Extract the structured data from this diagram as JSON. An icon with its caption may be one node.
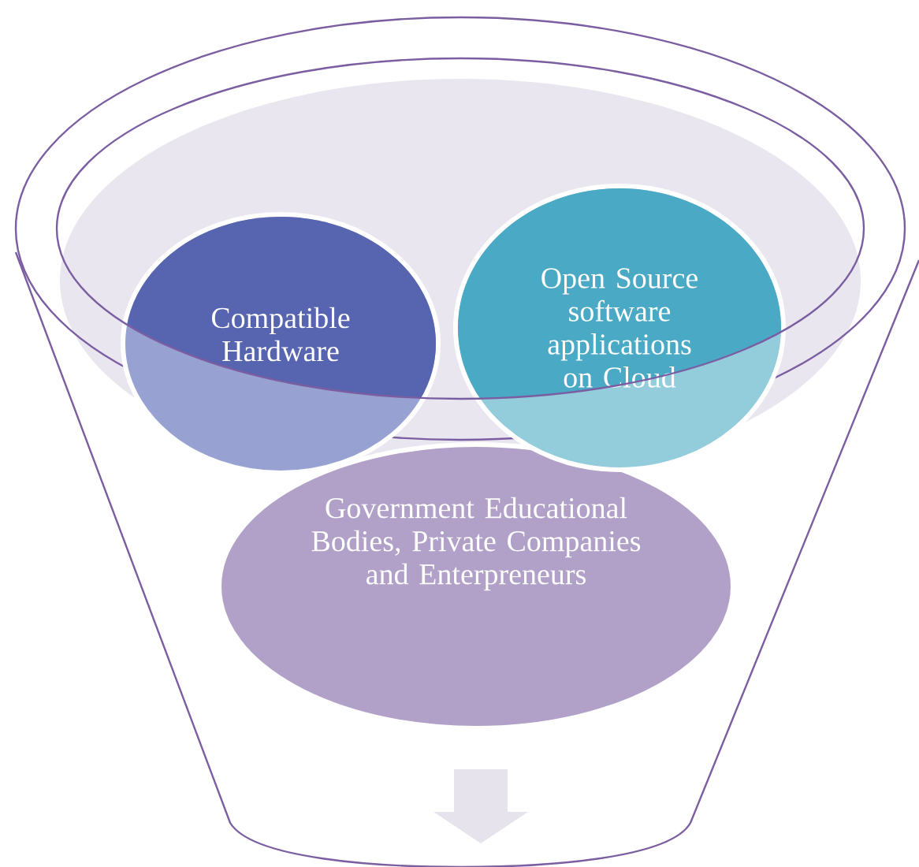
{
  "diagram": {
    "nodes": [
      {
        "text": [
          "Compatible Hardware"
        ]
      },
      {
        "text": [
          "Open Source software applications on Cloud"
        ]
      },
      {
        "text": [
          "Government Educational Bodies, Private Companies and Enterpreneurs"
        ]
      }
    ]
  }
}
